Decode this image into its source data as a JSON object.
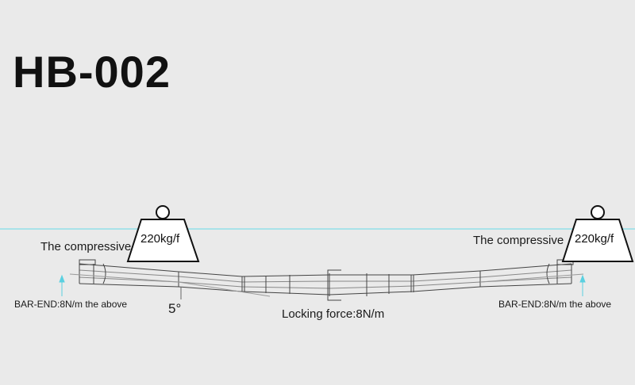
{
  "title": "HB-002",
  "weight_left": "220kg/f",
  "weight_right": "220kg/f",
  "compressive_left": "The compressive",
  "compressive_right": "The compressive",
  "bar_end_left": "BAR-END:8N/m the above",
  "bar_end_right": "BAR-END:8N/m the above",
  "angle": "5°",
  "locking_force": "Locking force:8N/m",
  "colors": {
    "guide_line": "#66d9e8",
    "stroke": "#444444",
    "background": "#eaeaea"
  }
}
